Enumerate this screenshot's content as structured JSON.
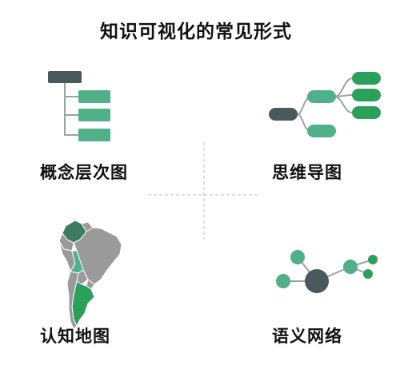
{
  "title": "知识可视化的常见形式",
  "quadrants": [
    {
      "id": "concept-hierarchy",
      "label": "概念层次图",
      "icon": "concept-hierarchy-icon"
    },
    {
      "id": "mind-map",
      "label": "思维导图",
      "icon": "mind-map-icon"
    },
    {
      "id": "cognitive-map",
      "label": "认知地图",
      "icon": "south-america-map-icon"
    },
    {
      "id": "semantic-network",
      "label": "语义网络",
      "icon": "semantic-network-icon"
    }
  ],
  "colors": {
    "dark": "#4a5a5c",
    "teal": "#4fb08a",
    "green": "#2ba05a",
    "line": "#9aa3a5",
    "divider": "#bfbfbf",
    "map_gray": "#9a9a9a"
  }
}
